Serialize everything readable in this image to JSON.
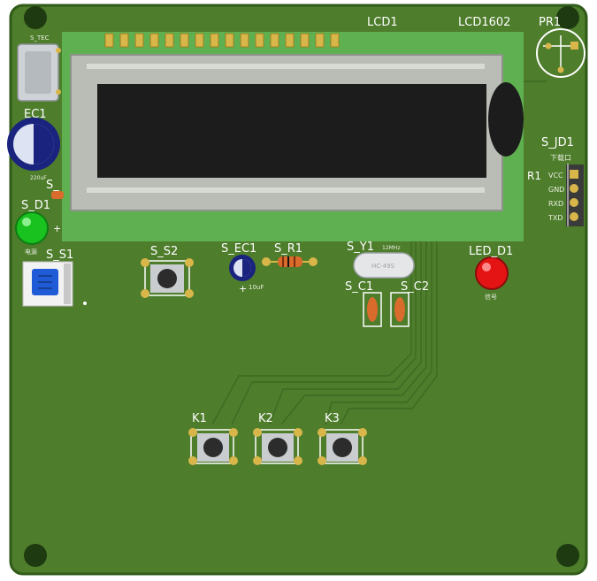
{
  "colors": {
    "board": "#4e7d2c",
    "board_edge": "#2f5a18",
    "pad_gold": "#d8b64a",
    "lcd_pcb": "#5fb050",
    "lcd_bezel": "#b9bdb6",
    "lcd_screen": "#1c1c1c",
    "silk": "#ffffff",
    "led_green": "#19c21e",
    "led_red": "#e41414",
    "cap_blue": "#1a237e"
  },
  "labels": {
    "lcd_ref": "LCD1",
    "lcd_model": "LCD1602",
    "pr1": "PR1",
    "usb": "S_TEC",
    "ec1": "EC1",
    "ec1_value": "220uF",
    "s_r": "S_",
    "s_d1": "S_D1",
    "s_d1_note": "电源",
    "s_s1": "S_S1",
    "s_s2": "S_S2",
    "s_ec1": "S_EC1",
    "s_ec1_value": "10uF",
    "s_r1": "S_R1",
    "s_y1": "S_Y1",
    "s_y1_note": "12MHz",
    "crystal_body": "HC-49S",
    "s_c1": "S_C1",
    "s_c2": "S_C2",
    "led_d1": "LED_D1",
    "led_d1_note": "信号",
    "s_jd1": "S_JD1",
    "s_jd1_sub": "下载口",
    "r1": "R1",
    "pin_vcc": "VCC",
    "pin_gnd": "GND",
    "pin_rxd": "RXD",
    "pin_txd": "TXD",
    "k1": "K1",
    "k2": "K2",
    "k3": "K3"
  }
}
